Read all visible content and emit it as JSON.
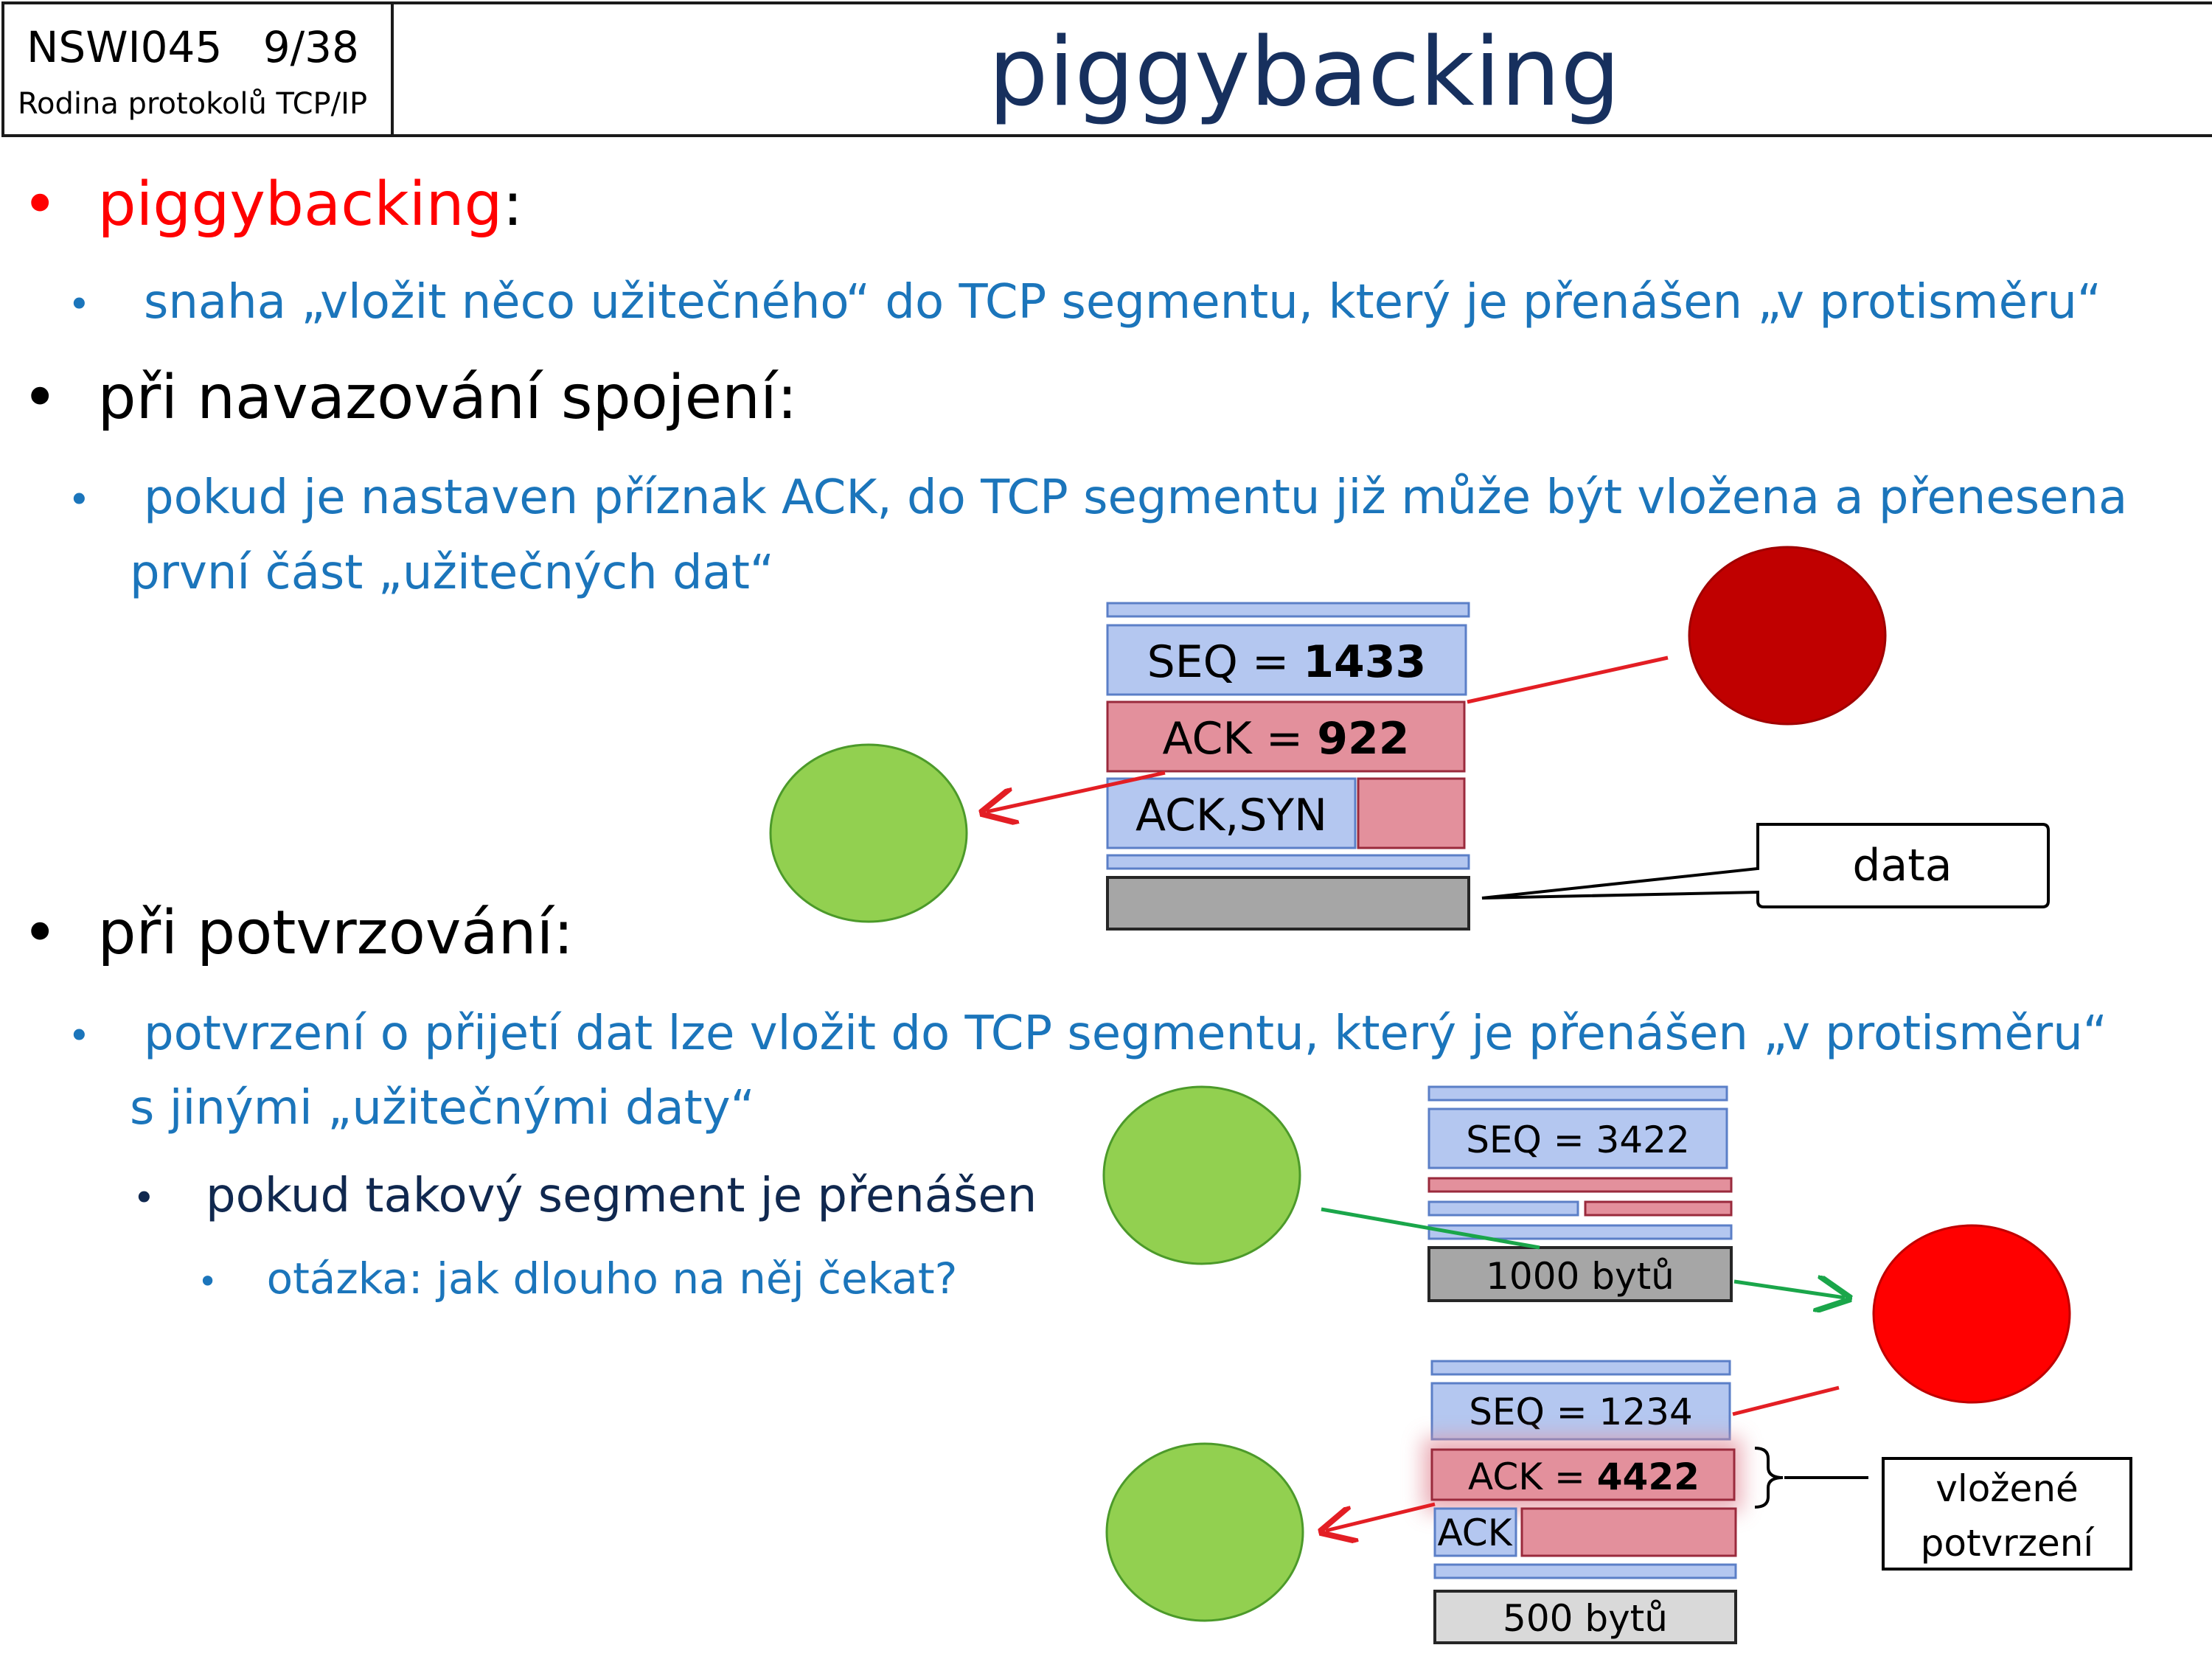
{
  "header": {
    "course_code": "NSWI045",
    "page": "9/38",
    "course_name": "Rodina protokolů TCP/IP",
    "title": "piggybacking"
  },
  "bullets": {
    "b1_term": "piggybacking",
    "b1_colon": ":",
    "b1_sub": "snaha „vložit něco užitečného“ do TCP segmentu, který je přenášen „v protisměru“",
    "b2": "při navazování spojení:",
    "b2_sub_line1": "pokud je nastaven příznak ACK, do TCP segmentu již může být vložena a přenesena",
    "b2_sub_line2": "první část „užitečných dat“",
    "b3": "při potvrzování:",
    "b3_sub_line1": "potvrzení o přijetí dat lze vložit do TCP segmentu, který je přenášen „v protisměru“",
    "b3_sub_line2": "s jinými „užitečnými daty“",
    "b3_sub2": "pokud takový segment je přenášen",
    "b3_sub3": "otázka: jak dlouho na něj čekat?"
  },
  "diagram_top": {
    "seq_label": "SEQ = ",
    "seq_value": "1433",
    "ack_label": "ACK = ",
    "ack_value": "922",
    "flags": "ACK,SYN",
    "data_callout": "data"
  },
  "diagram_mid": {
    "seq": "SEQ = 3422",
    "data": "1000 bytů"
  },
  "diagram_bottom": {
    "seq": "SEQ = 1234",
    "ack_label": "ACK = ",
    "ack_value": "4422",
    "flag": "ACK",
    "data": "500 bytů",
    "callout_line1": "vložené",
    "callout_line2": "potvrzení"
  },
  "colors": {
    "blue_field": "#b4c7f0",
    "red_field": "#e3909c",
    "green_node": "#92d050",
    "dark_red_node": "#c00000",
    "red_node": "#ff0000",
    "title": "#17305e",
    "text_blue": "#1b75bb"
  }
}
